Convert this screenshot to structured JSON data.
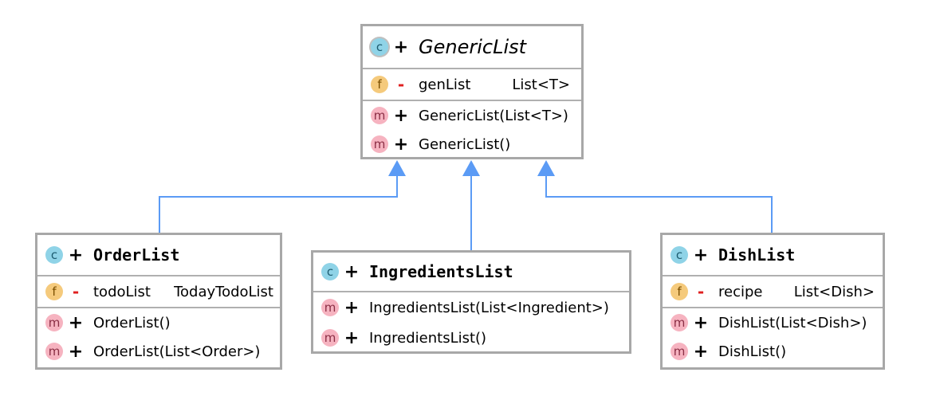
{
  "icons": {
    "class": "c",
    "field": "f",
    "method": "m"
  },
  "visibility": {
    "public": "+",
    "private": "-"
  },
  "colors": {
    "class_icon": "#8fd3e7",
    "field_icon": "#f5ca7c",
    "method_icon": "#f6b3c0",
    "edge": "#5b9bf5",
    "border": "#a8a8a8",
    "private": "#e02020"
  },
  "classes": {
    "generic_list": {
      "name": "GenericList",
      "fields": [
        {
          "name": "genList",
          "type": "List<T>"
        }
      ],
      "methods": [
        "GenericList(List<T>)",
        "GenericList()"
      ]
    },
    "order_list": {
      "name": "OrderList",
      "fields": [
        {
          "name": "todoList",
          "type": "TodayTodoList"
        }
      ],
      "methods": [
        "OrderList()",
        "OrderList(List<Order>)"
      ]
    },
    "ingredients_list": {
      "name": "IngredientsList",
      "methods": [
        "IngredientsList(List<Ingredient>)",
        "IngredientsList()"
      ]
    },
    "dish_list": {
      "name": "DishList",
      "fields": [
        {
          "name": "recipe",
          "type": "List<Dish>"
        }
      ],
      "methods": [
        "DishList(List<Dish>)",
        "DishList()"
      ]
    }
  }
}
